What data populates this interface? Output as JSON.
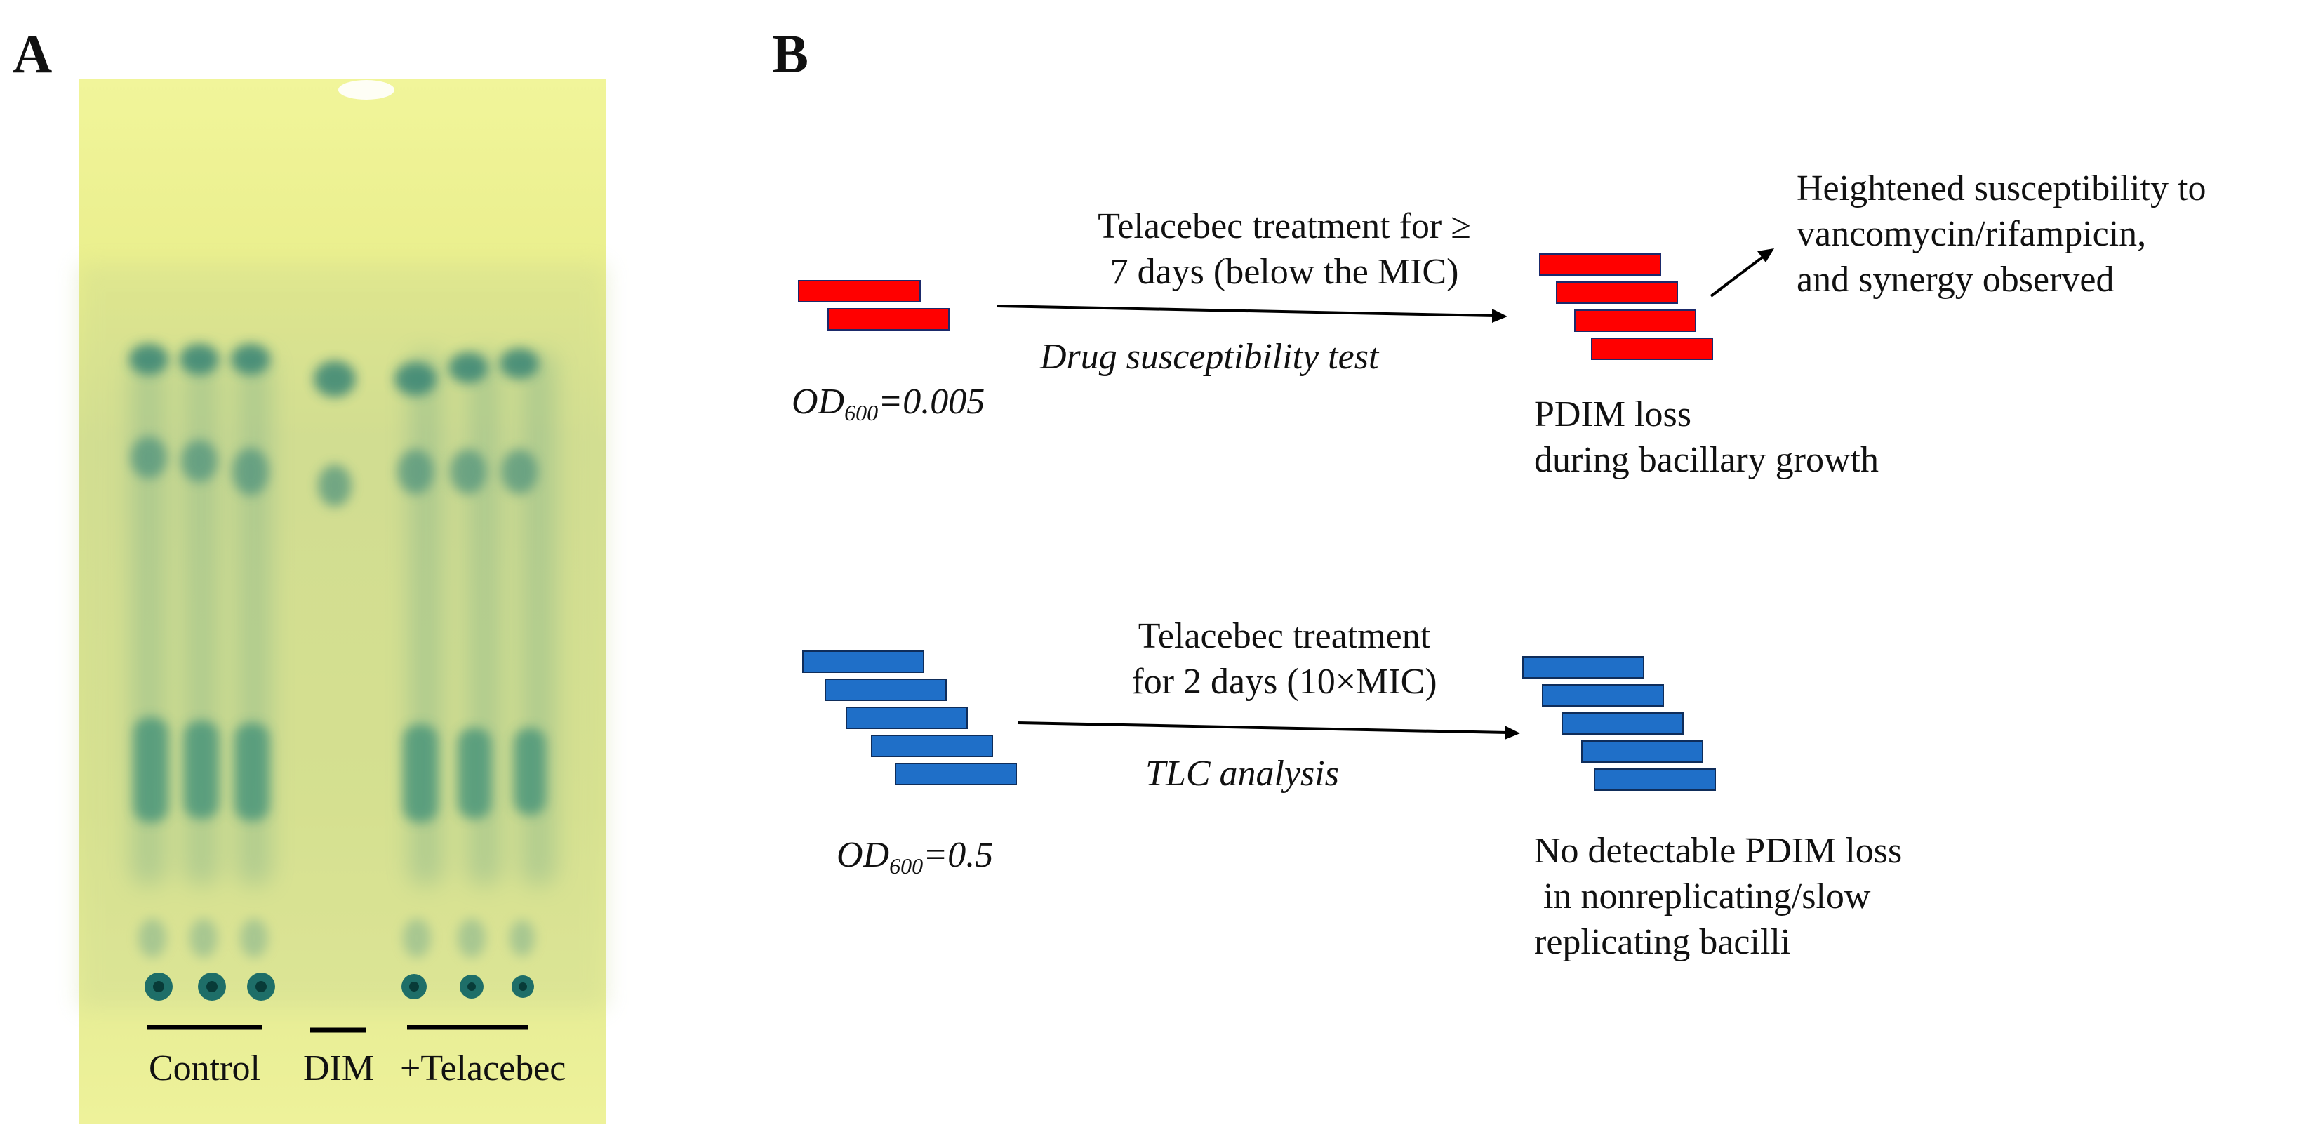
{
  "panel_a": {
    "letter": "A",
    "lane_labels": {
      "control": "Control",
      "dim": "DIM",
      "telacebec": "+Telacebec"
    }
  },
  "panel_b": {
    "letter": "B",
    "top": {
      "treatment_line1": "Telacebec treatment for ≥",
      "treatment_line2": "7 days (below the MIC)",
      "assay": "Drug susceptibility test",
      "od_label": "OD",
      "od_sub": "600",
      "od_value": "=0.005",
      "result_line1": "PDIM loss",
      "result_line2": "during bacillary growth",
      "outcome_line1": "Heightened susceptibility to",
      "outcome_line2": "vancomycin/rifampicin,",
      "outcome_line3": "and synergy observed",
      "bar_color": "#ff0000"
    },
    "bottom": {
      "treatment_line1": "Telacebec treatment",
      "treatment_line2": "for 2 days (10×MIC)",
      "assay": "TLC analysis",
      "od_label": "OD",
      "od_sub": "600",
      "od_value": "=0.5",
      "result_line1": "No detectable PDIM loss",
      "result_line2": " in nonreplicating/slow",
      "result_line3": "replicating bacilli",
      "bar_color": "#1f6fc8"
    }
  }
}
